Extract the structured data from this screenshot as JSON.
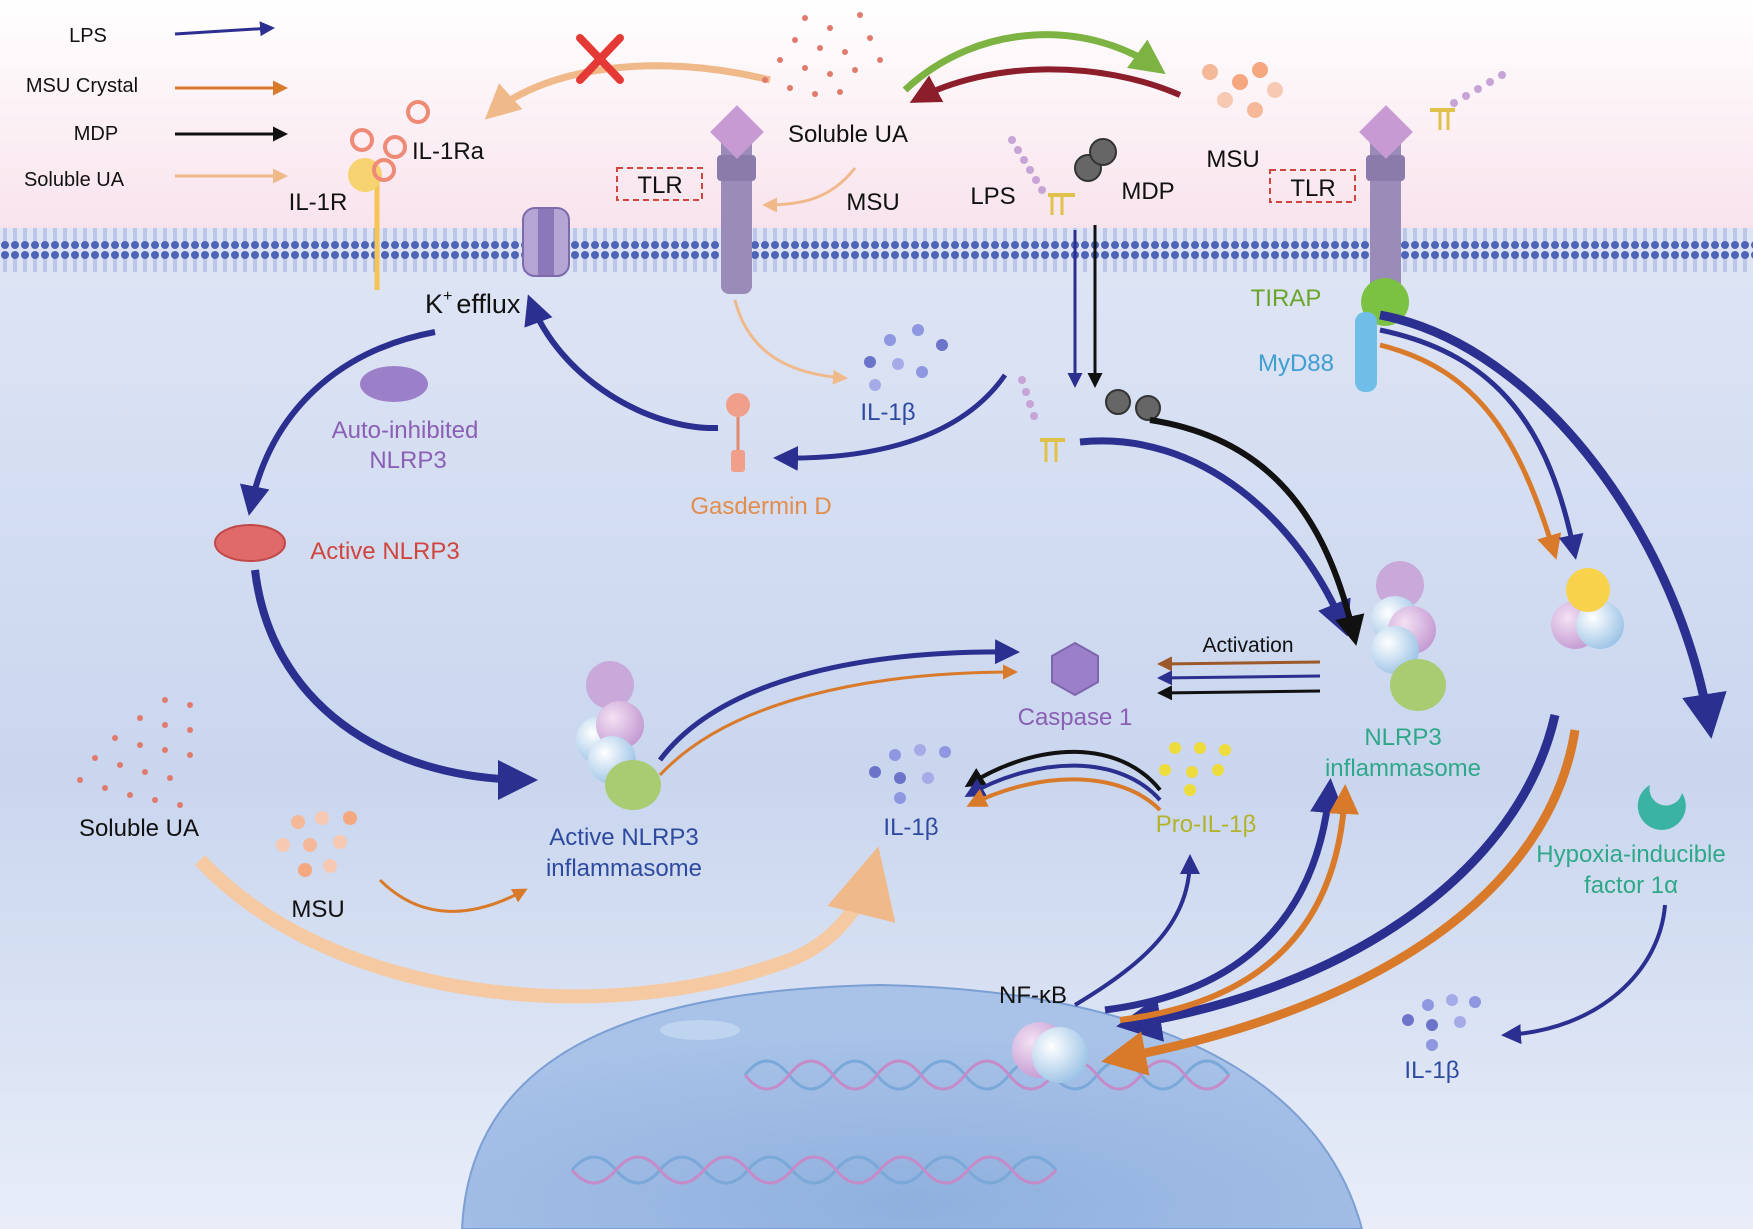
{
  "legend": {
    "lps": "LPS",
    "msu_crystal": "MSU Crystal",
    "mdp": "MDP",
    "soluble_ua": "Soluble UA"
  },
  "labels": {
    "il1ra": "IL-1Ra",
    "il1r": "IL-1R",
    "soluble_ua_top": "Soluble UA",
    "tlr_left": "TLR",
    "msu_left_top": "MSU",
    "msu_right_top": "MSU",
    "lps_top": "LPS",
    "mdp_top": "MDP",
    "tlr_right": "TLR",
    "tirap": "TIRAP",
    "myd88": "MyD88",
    "k_efflux_k": "K",
    "k_efflux_sup": "+",
    "k_efflux_word": "efflux",
    "il1b_upper": "IL-1β",
    "auto_inhibited_1": "Auto-inhibited",
    "auto_inhibited_2": "NLRP3",
    "gasdermin": "Gasdermin D",
    "active_nlrp3": "Active NLRP3",
    "activation": "Activation",
    "caspase1": "Caspase 1",
    "nlrp3_infl_1": "NLRP3",
    "nlrp3_infl_2": "inflammasome",
    "active_infl_1": "Active NLRP3",
    "active_infl_2": "inflammasome",
    "il1b_mid": "IL-1β",
    "pro_il1b": "Pro-IL-1β",
    "soluble_ua_bottom": "Soluble UA",
    "msu_bottom": "MSU",
    "hif_1": "Hypoxia-inducible",
    "hif_2": "factor 1α",
    "il1b_right": "IL-1β",
    "nfkb": "NF-κB"
  },
  "colors": {
    "lps_arrow": "#2b2f8f",
    "msu_arrow": "#d97a2b",
    "mdp_arrow": "#111111",
    "soluble_ua_arrow": "#f0b98a",
    "membrane": "#4e64b6",
    "receptor": "#9a8bb8",
    "green_text": "#6aa52a",
    "blue_text": "#3f9fd0",
    "purple_text": "#8a5fb4",
    "red_text": "#d0453e",
    "orange_text": "#e18d4e",
    "teal_text": "#2fa88a",
    "olive_text": "#b2b32a",
    "navy_text": "#2e4aa0"
  },
  "icons": [
    "red-x-icon",
    "tlr-receptor-icon",
    "k-channel-icon",
    "il1r-receptor-icon",
    "nucleus-icon",
    "dna-helix-icon",
    "inflammasome-icon",
    "caspase-hexagon-icon",
    "gasdermin-icon",
    "tirap-icon",
    "myd88-icon",
    "hif-icon"
  ]
}
